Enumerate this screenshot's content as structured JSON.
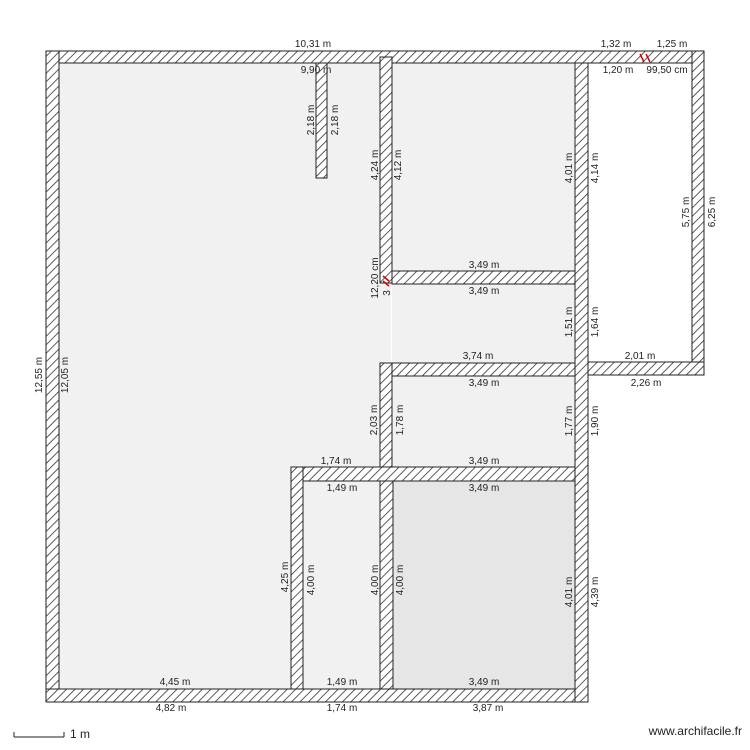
{
  "colors": {
    "background": "#ffffff",
    "room_fill": "#f1f1f1",
    "room_fill_dark": "#e6e6e6",
    "wall_stroke": "#222222",
    "hatch": "#333333",
    "marker": "#cc0000"
  },
  "dimensions": {
    "top_total": "10,31 m",
    "top_inner": "9,90 m",
    "top_right_a": "1,32 m",
    "top_right_b": "1,25 m",
    "top_right_c": "1,20 m",
    "top_right_d": "99,50 cm",
    "stub_a": "2,18 m",
    "stub_b": "2,18 m",
    "wall_left_a": "4,24 m",
    "wall_left_b": "4,12 m",
    "room1_right_a": "4,01 m",
    "room1_right_b": "4,14 m",
    "right_room_a": "5,75 m",
    "right_room_b": "6,25 m",
    "room1_bottom_a": "3,49 m",
    "room1_bottom_b": "3,49 m",
    "opening_a": "12,20 cm",
    "opening_b": "3",
    "hall_a": "1,51 m",
    "hall_b": "1,64 m",
    "hall_top": "3,74 m",
    "right_bottom_a": "2,01 m",
    "right_bottom_b": "2,26 m",
    "room2_top": "3,49 m",
    "left_total_a": "12,55 m",
    "left_total_b": "12,05 m",
    "room2_left_a": "2,03 m",
    "room2_left_b": "1,78 m",
    "room2_right_a": "1,77 m",
    "room2_right_b": "1,90 m",
    "room3_top_outer": "1,74 m",
    "room3_top_inner": "1,49 m",
    "room2_bottom": "3,49 m",
    "room4_top": "3,49 m",
    "room3_left_a": "4,25 m",
    "room3_left_b": "4,00 m",
    "room3_right_a": "4,00 m",
    "room4_left": "4,00 m",
    "room4_right_a": "4,01 m",
    "room4_right_b": "4,39 m",
    "bottom_inner_a": "4,45 m",
    "bottom_inner_b": "1,49 m",
    "bottom_inner_c": "3,49 m",
    "bottom_outer_a": "4,82 m",
    "bottom_outer_b": "1,74 m",
    "bottom_outer_c": "3,87 m"
  },
  "scale_label": "1 m",
  "brand": "www.archifacile.fr"
}
